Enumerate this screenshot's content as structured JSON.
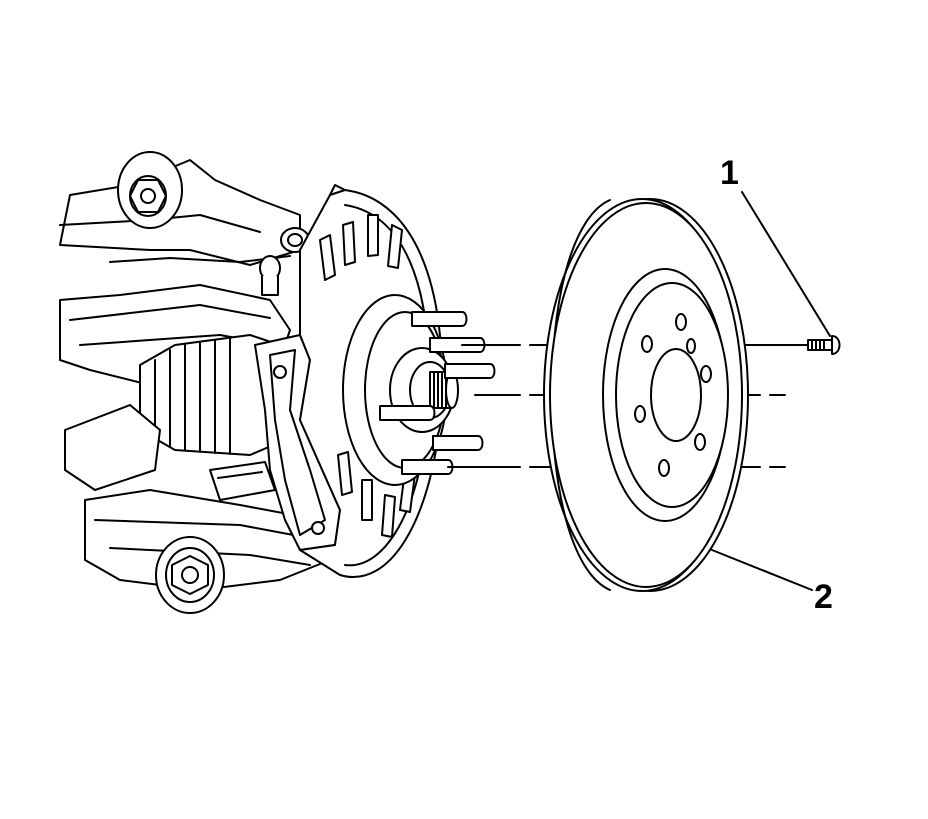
{
  "diagram": {
    "callouts": [
      {
        "label": "1",
        "part": "rotor-retaining-screw"
      },
      {
        "label": "2",
        "part": "brake-rotor"
      }
    ]
  },
  "colors": {
    "line": "#000000",
    "background": "#ffffff"
  }
}
